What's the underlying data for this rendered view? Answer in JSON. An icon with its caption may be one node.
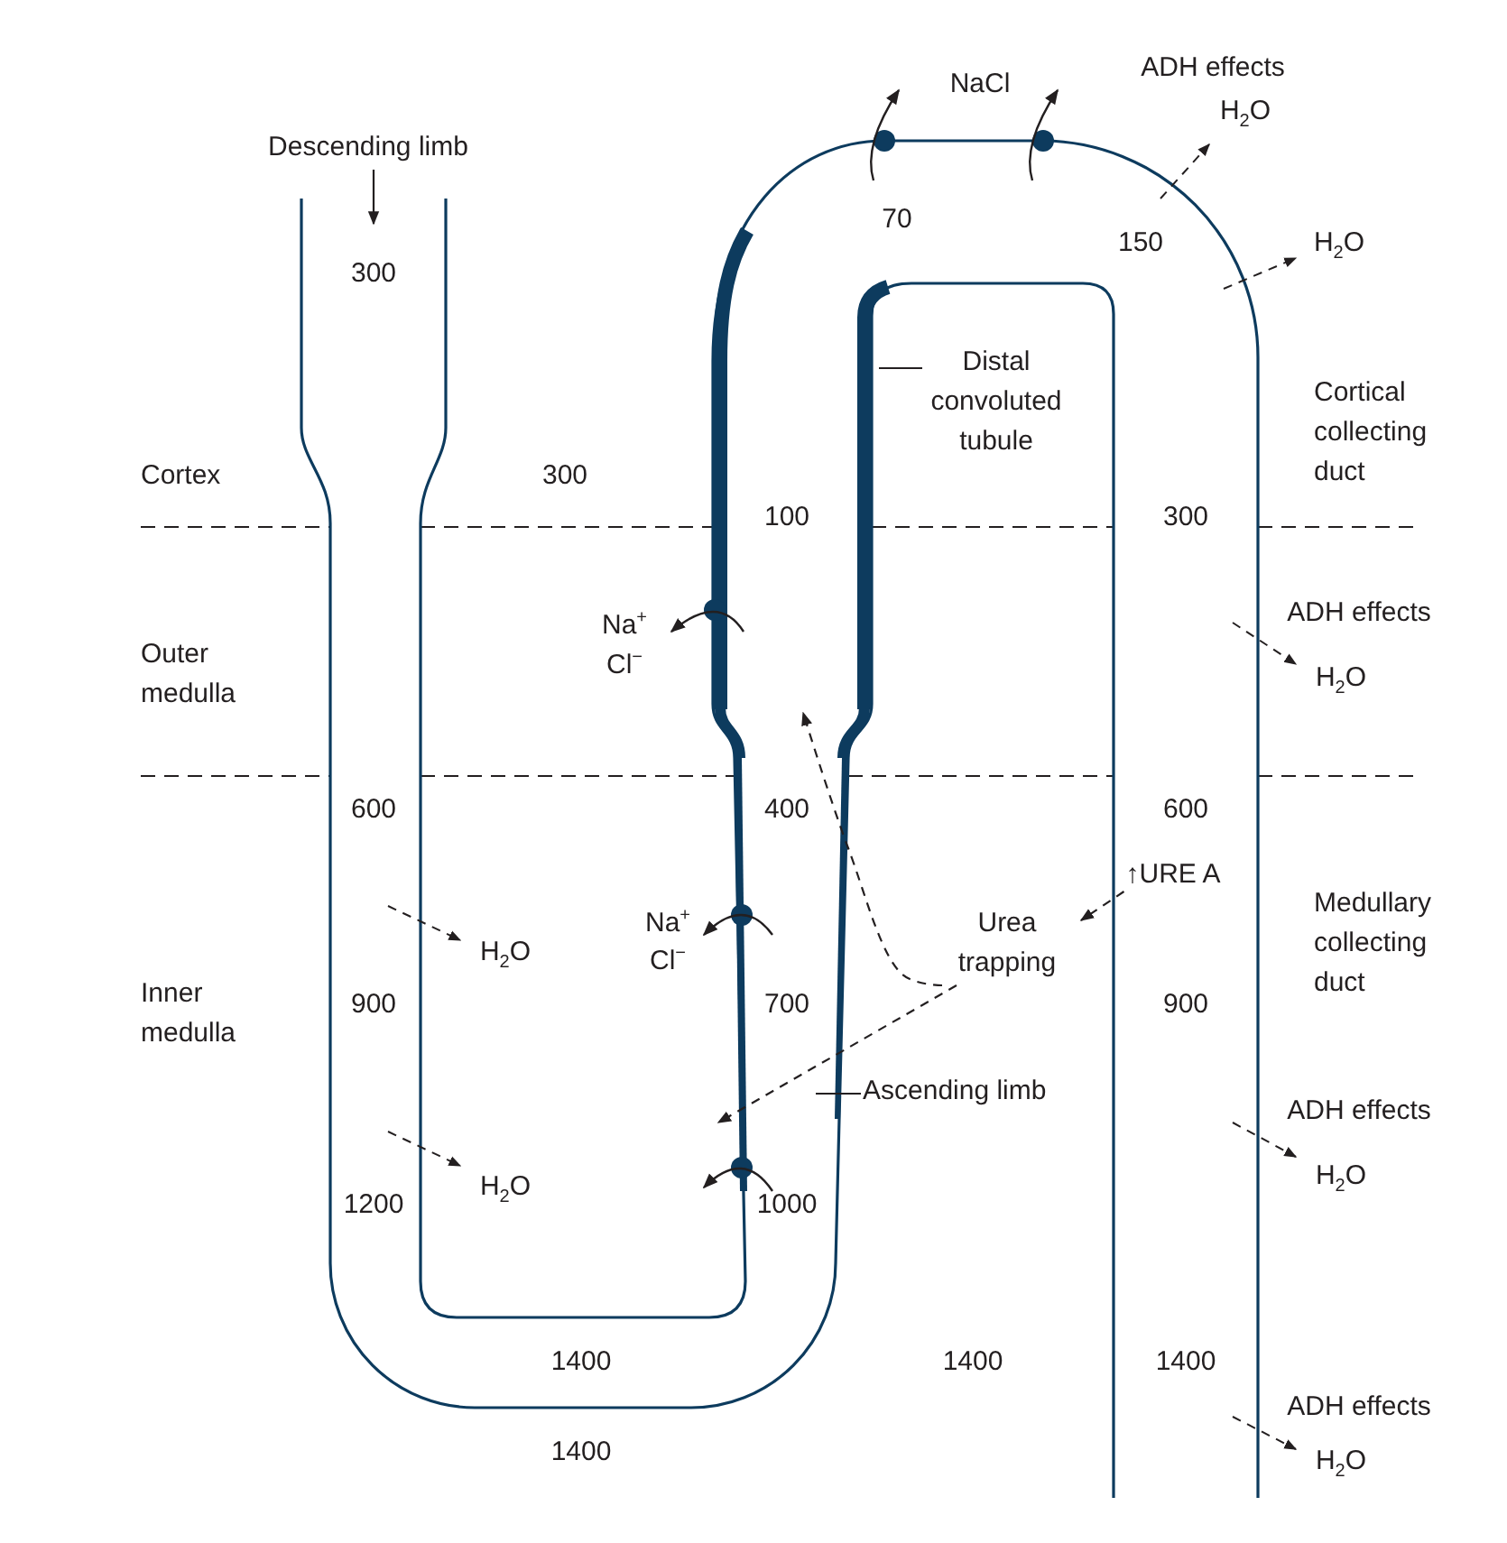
{
  "diagram": {
    "nodes": [
      {
        "text": [
          "Descending limb"
        ]
      },
      {
        "text": [
          "Distal convoluted tubule"
        ]
      },
      {
        "text": [
          "↑URE A"
        ]
      },
      {
        "text": [
          "Urea trapping"
        ]
      },
      {
        "text": [
          "Ascending limb"
        ]
      }
    ],
    "edges": [
      {
        "from": 0,
        "to": null,
        "arrow": "to"
      },
      {
        "from": 1,
        "to": null,
        "arrow": "none"
      },
      {
        "from": 2,
        "to": 3,
        "arrow": "to",
        "style": "dashed"
      },
      {
        "from": 3,
        "to": null,
        "arrow": "to",
        "style": "dashed"
      },
      {
        "from": 3,
        "to": null,
        "arrow": "to",
        "style": "dashed"
      },
      {
        "from": 4,
        "to": null,
        "arrow": "none"
      }
    ],
    "labels": [
      "NaCl",
      "ADH effects",
      "H$_{2}$O",
      "70",
      "150",
      "H$_{2}$O",
      "300",
      "Cortical collecting duct",
      "Cortex",
      "300",
      "100",
      "300",
      "Outer medulla",
      "Na$^{+}$",
      "Cl$^{−}$",
      "ADH effects",
      "H$_{2}$O",
      "600",
      "400",
      "600",
      "Na$^{+}$",
      "Cl$^{−}$",
      "Medullary collecting duct",
      "H$_{2}$O",
      "Inner medulla",
      "900",
      "700",
      "900",
      "ADH effects",
      "H$_{2}$O",
      "1200",
      "H$_{2}$O",
      "1000",
      "1400",
      "1400",
      "1400",
      "ADH effects",
      "H$_{2}$O",
      "1400"
    ]
  }
}
